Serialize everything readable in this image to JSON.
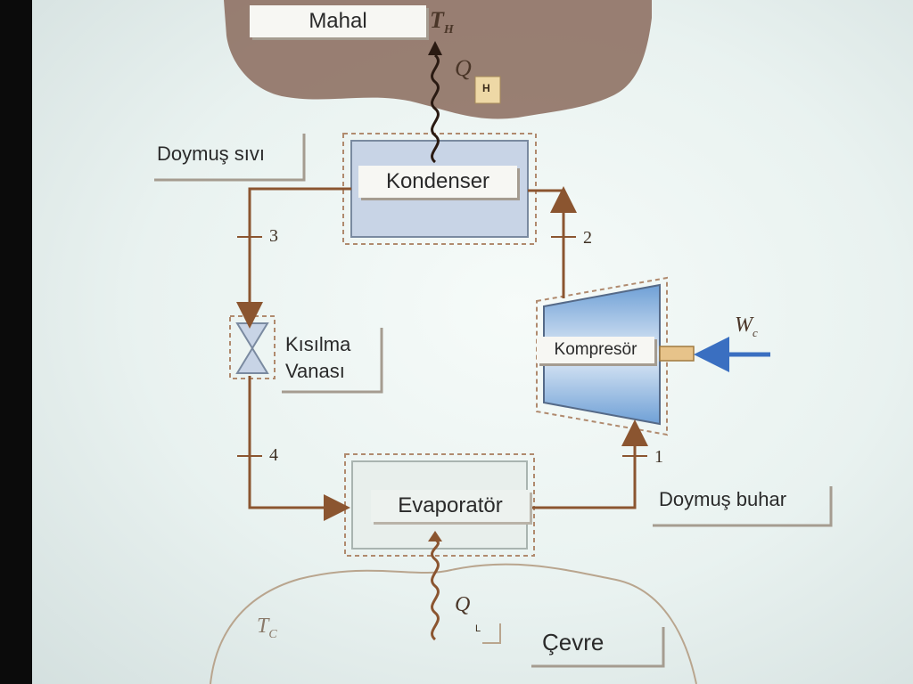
{
  "title": "",
  "components": {
    "space": "Mahal",
    "condenser": "Kondenser",
    "compressor": "Kompresör",
    "expansion_valve_line1": "Kısılma",
    "expansion_valve_line2": "Vanası",
    "evaporator": "Evaporatör",
    "surroundings": "Çevre"
  },
  "states": {
    "saturated_liquid": "Doymuş sıvı",
    "saturated_vapor": "Doymuş buhar",
    "state_1": "1",
    "state_2": "2",
    "state_3": "3",
    "state_4": "4"
  },
  "symbols": {
    "T_high": "T",
    "T_high_sub": "H",
    "Q_high": "Q",
    "Q_high_sub": "H",
    "Q_low": "Q",
    "Q_low_sub": "L",
    "W_comp": "W",
    "W_comp_sub": "c",
    "T_low": "T",
    "T_low_sub": "C"
  },
  "colors": {
    "pipe": "#8b5530",
    "work_arrow": "#3a6fc1",
    "hot_region": "#8a6a5c",
    "component_fill": "#c8d4e6",
    "compressor_fill": "#8fb6de"
  }
}
